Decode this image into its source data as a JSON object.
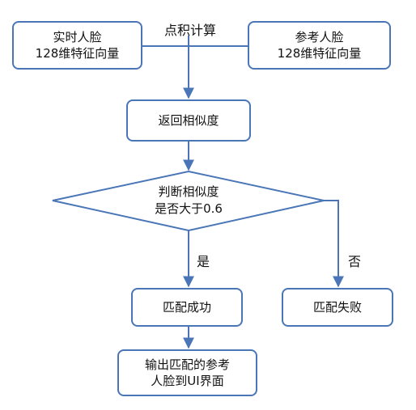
{
  "nodes": {
    "realtime_face": {
      "line1": "实时人脸",
      "line2": "128维特征向量"
    },
    "reference_face": {
      "line1": "参考人脸",
      "line2": "128维特征向量"
    },
    "return_similarity": "返回相似度",
    "decision": {
      "line1": "判断相似度",
      "line2": "是否大于0.6"
    },
    "match_success": "匹配成功",
    "match_fail": "匹配失败",
    "output": {
      "line1": "输出匹配的参考",
      "line2": "人脸到UI界面"
    }
  },
  "edge_labels": {
    "dot_product": "点积计算",
    "yes": "是",
    "no": "否"
  },
  "colors": {
    "stroke": "#4a76b8",
    "text": "#111111",
    "background": "#ffffff"
  }
}
